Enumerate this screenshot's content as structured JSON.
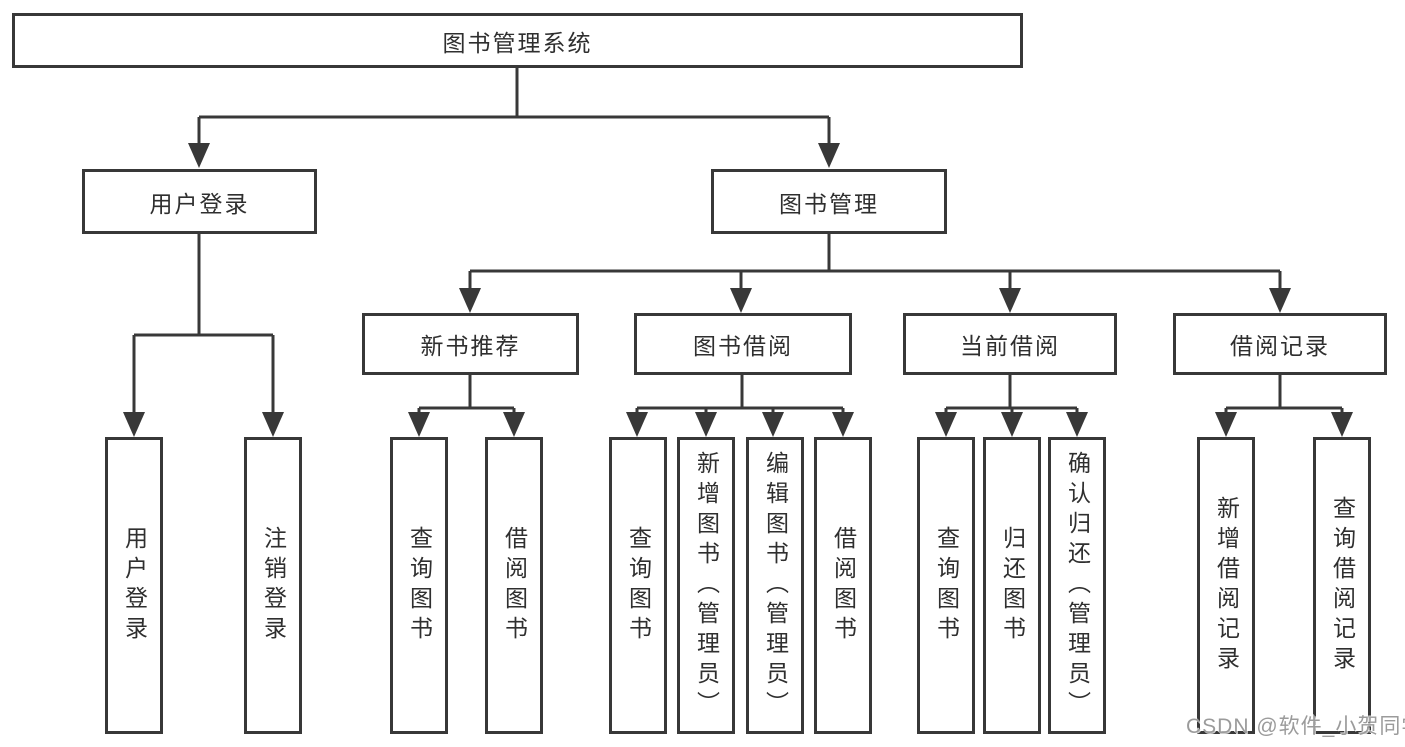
{
  "diagram": {
    "watermark": "CSDN @软件_小贺同学",
    "colors": {
      "line": "#383838",
      "box_border": "#383838",
      "box_fill": "#ffffff",
      "text": "#2f2f2f",
      "watermark": "#9b9b9b"
    },
    "tree": {
      "label": "图书管理系统",
      "children": [
        {
          "label": "用户登录",
          "children": [
            {
              "label": "用户登录"
            },
            {
              "label": "注销登录"
            }
          ]
        },
        {
          "label": "图书管理",
          "children": [
            {
              "label": "新书推荐",
              "children": [
                {
                  "label": "查询图书"
                },
                {
                  "label": "借阅图书"
                }
              ]
            },
            {
              "label": "图书借阅",
              "children": [
                {
                  "label": "查询图书"
                },
                {
                  "label": "新增图书（管理员）"
                },
                {
                  "label": "编辑图书（管理员）"
                },
                {
                  "label": "借阅图书"
                }
              ]
            },
            {
              "label": "当前借阅",
              "children": [
                {
                  "label": "查询图书"
                },
                {
                  "label": "归还图书"
                },
                {
                  "label": "确认归还（管理员）"
                }
              ]
            },
            {
              "label": "借阅记录",
              "children": [
                {
                  "label": "新增借阅记录"
                },
                {
                  "label": "查询借阅记录"
                }
              ]
            }
          ]
        }
      ]
    }
  }
}
